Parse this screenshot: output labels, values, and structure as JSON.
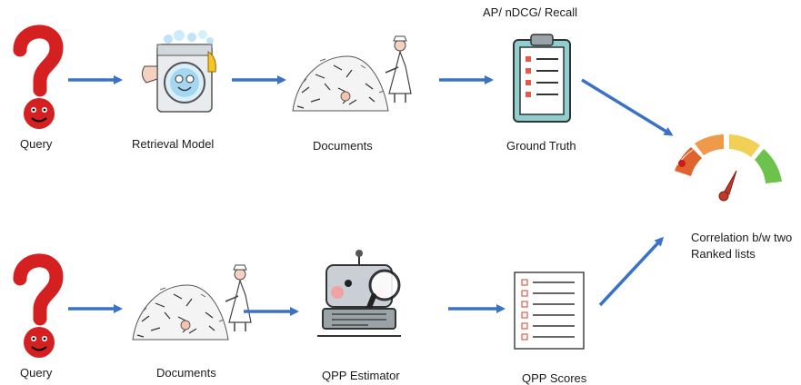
{
  "top_row": {
    "query_label": "Query",
    "retrieval_model_label": "Retrieval Model",
    "documents_label": "Documents",
    "ground_truth_label": "Ground Truth",
    "metrics_label": "AP/ nDCG/ Recall"
  },
  "bottom_row": {
    "query_label": "Query",
    "documents_label": "Documents",
    "qpp_estimator_label": "QPP Estimator",
    "qpp_scores_label": "QPP Scores"
  },
  "correlation": {
    "line1": "Correlation b/w two",
    "line2": "Ranked lists"
  },
  "colors": {
    "arrow": "#3a73c6",
    "question_mark": "#d42020",
    "gauge": [
      "#e0632c",
      "#ee9a4a",
      "#f2cf55",
      "#6cc24a"
    ]
  }
}
